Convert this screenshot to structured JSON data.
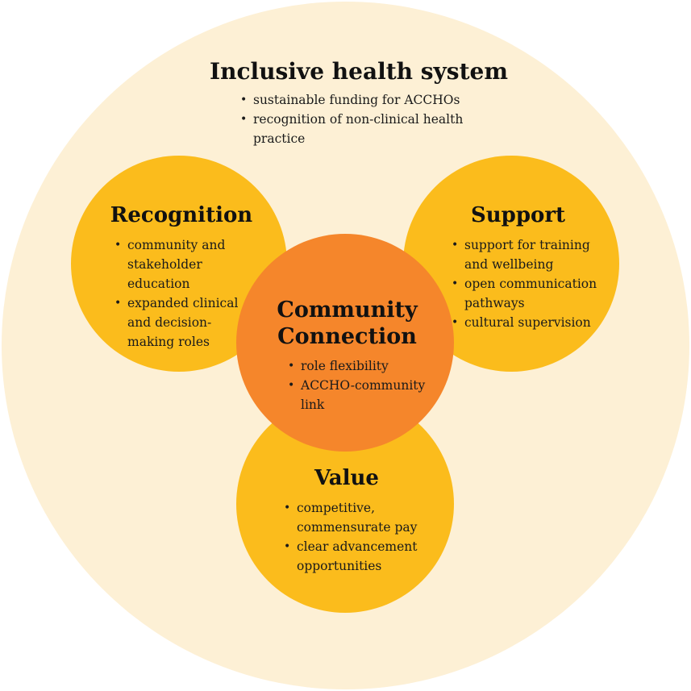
{
  "colors": {
    "outer": "#fdf0d5",
    "petal": "#fbbc1c",
    "center": "#f5862b",
    "text": "#1a1a1a"
  },
  "outer": {
    "title": "Inclusive health system",
    "bullets": [
      "sustainable funding for ACCHOs",
      "recognition of non-clinical health practice"
    ]
  },
  "recognition": {
    "title": "Recognition",
    "bullets": [
      "community and stakeholder education",
      "expanded clinical and decision-making roles"
    ]
  },
  "support": {
    "title": "Support",
    "bullets": [
      "support for training and wellbeing",
      "open communication pathways",
      "cultural supervision"
    ]
  },
  "center": {
    "title": "Community Connection",
    "bullets": [
      "role flexibility",
      "ACCHO-community link"
    ]
  },
  "value": {
    "title": "Value",
    "bullets": [
      "competitive, commensurate pay",
      "clear advancement opportunities"
    ]
  }
}
